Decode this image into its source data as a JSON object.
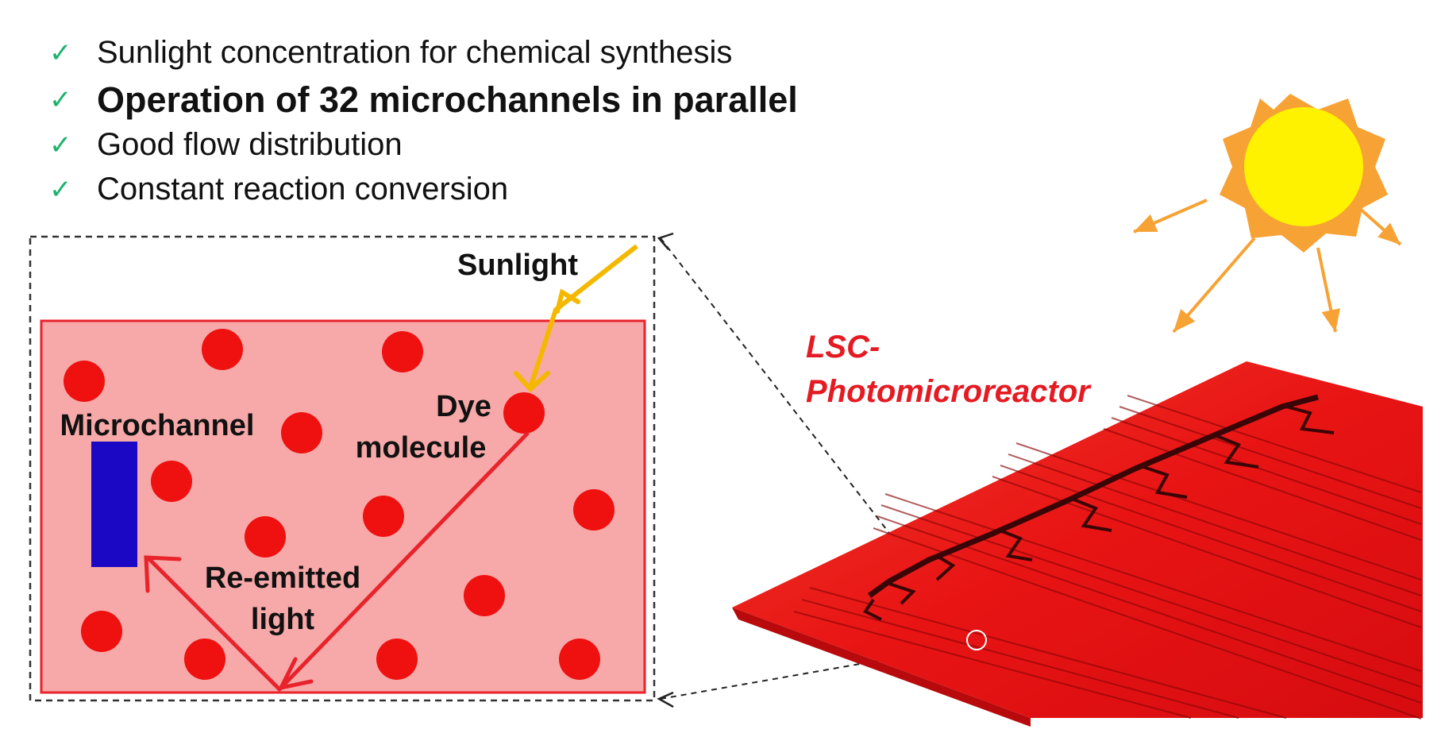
{
  "bullets": [
    {
      "text": "Sunlight concentration for chemical synthesis",
      "bold": false
    },
    {
      "text": "Operation of 32 microchannels in parallel",
      "bold": true
    },
    {
      "text": "Good flow distribution",
      "bold": false
    },
    {
      "text": "Constant reaction conversion",
      "bold": false
    }
  ],
  "check_glyph": "✓",
  "labels": {
    "sunlight": "Sunlight",
    "dye_line1": "Dye",
    "dye_line2": "molecule",
    "microchannel": "Microchannel",
    "reemit_line1": "Re-emitted",
    "reemit_line2": "light",
    "lsc_line1": "LSC-",
    "lsc_line2": "Photomicroreactor"
  },
  "colors": {
    "check": "#1db36b",
    "panel_fill": "#f7a8a8",
    "panel_border": "#e8232c",
    "dye": "#ef1010",
    "microchannel": "#1a08c4",
    "sunlight_ray": "#f5b800",
    "sun_core": "#fff200",
    "sun_halo": "#f7a234",
    "sun_ray": "#f7a234",
    "lsc_text": "#e51b23",
    "reactor": "#ea1a1a"
  },
  "icons": [
    "sun-icon",
    "check-icon"
  ]
}
